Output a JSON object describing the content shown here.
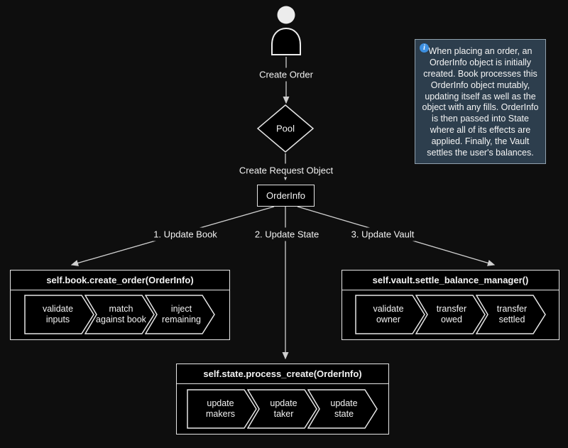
{
  "colors": {
    "background": "#0e0e0e",
    "node_fill": "#000000",
    "node_stroke": "#e6e6e6",
    "edge": "#cfcfcf",
    "note_bg": "#2d3e4d",
    "note_border": "#90a0ad",
    "info_blue": "#3d8fe0"
  },
  "flow": {
    "edge1_label": "Create Order",
    "pool_label": "Pool",
    "edge2_label": "Create Request Object",
    "orderinfo_label": "OrderInfo",
    "branch_labels": [
      "1. Update Book",
      "2. Update State",
      "3. Update Vault"
    ]
  },
  "boxes": {
    "book": {
      "title": "self.book.create_order(OrderInfo)",
      "steps": [
        "validate\ninputs",
        "match\nagainst book",
        "inject\nremaining"
      ]
    },
    "state": {
      "title": "self.state.process_create(OrderInfo)",
      "steps": [
        "update\nmakers",
        "update\ntaker",
        "update\nstate"
      ]
    },
    "vault": {
      "title": "self.vault.settle_balance_manager()",
      "steps": [
        "validate\nowner",
        "transfer\nowed",
        "transfer\nsettled"
      ]
    }
  },
  "note": {
    "icon_glyph": "i",
    "text": "When placing an order, an OrderInfo object is initially created. Book processes this OrderInfo object mutably, updating itself as well as the object with any fills. OrderInfo is then passed into State where all of its effects are applied. Finally, the Vault settles the user's balances."
  }
}
